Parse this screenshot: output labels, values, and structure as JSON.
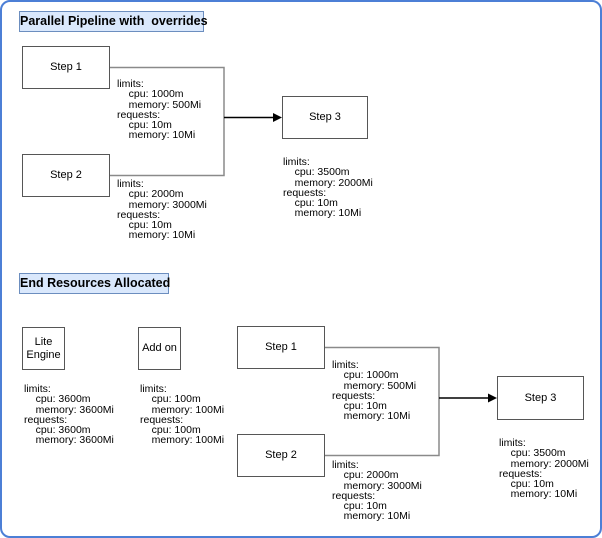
{
  "diagram": {
    "top": {
      "title": "Parallel Pipeline with  overrides",
      "step1": {
        "label": "Step 1",
        "resources": "limits:\n    cpu: 1000m\n    memory: 500Mi\nrequests:\n    cpu: 10m\n    memory: 10Mi"
      },
      "step2": {
        "label": "Step 2",
        "resources": "limits:\n    cpu: 2000m\n    memory: 3000Mi\nrequests:\n    cpu: 10m\n    memory: 10Mi"
      },
      "step3": {
        "label": "Step 3",
        "resources": "limits:\n    cpu: 3500m\n    memory: 2000Mi\nrequests:\n    cpu: 10m\n    memory: 10Mi"
      }
    },
    "bottom": {
      "title": "End Resources Allocated",
      "lite_engine": {
        "label": "Lite\nEngine",
        "resources": "limits:\n    cpu: 3600m\n    memory: 3600Mi\nrequests:\n    cpu: 3600m\n    memory: 3600Mi"
      },
      "add_on": {
        "label": "Add on",
        "resources": "limits:\n    cpu: 100m\n    memory: 100Mi\nrequests:\n    cpu: 100m\n    memory: 100Mi"
      },
      "step1": {
        "label": "Step 1",
        "resources": "limits:\n    cpu: 1000m\n    memory: 500Mi\nrequests:\n    cpu: 10m\n    memory: 10Mi"
      },
      "step2": {
        "label": "Step 2",
        "resources": "limits:\n    cpu: 2000m\n    memory: 3000Mi\nrequests:\n    cpu: 10m\n    memory: 10Mi"
      },
      "step3": {
        "label": "Step 3",
        "resources": "limits:\n    cpu: 3500m\n    memory: 2000Mi\nrequests:\n    cpu: 10m\n    memory: 10Mi"
      }
    },
    "colors": {
      "canvas_border": "#4c7fd6",
      "title_fill": "#dae8fc",
      "title_border": "#6c8ebf",
      "node_border": "#565656",
      "connector": "#8a8a8a",
      "arrow": "#000000"
    }
  }
}
